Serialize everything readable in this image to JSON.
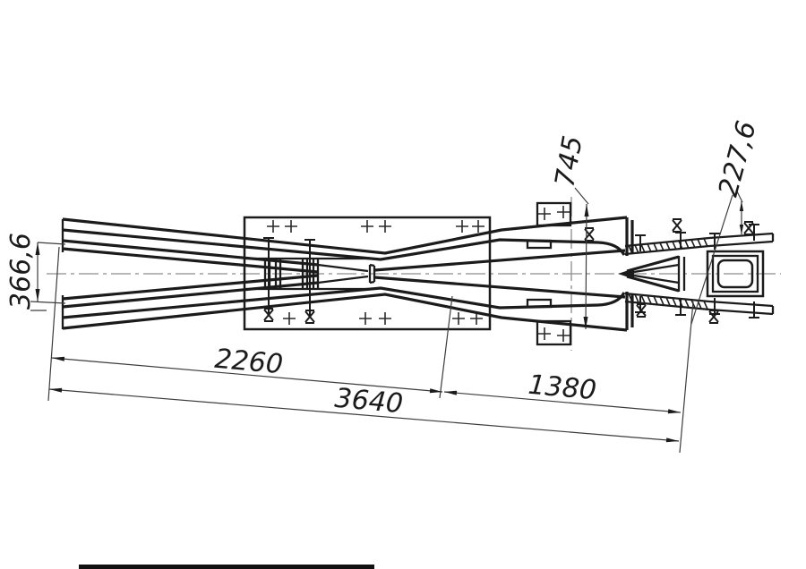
{
  "colors": {
    "line": "#1b1b1b",
    "thin_line": "#3c3c3c",
    "centerline": "#8d8d8d",
    "background": "#ffffff"
  },
  "dimensions": {
    "left_gauge": "366,6",
    "front_span": "2260",
    "total_span": "3640",
    "rear_span": "1380",
    "wing_spread": "745",
    "heel_spread": "227,6"
  }
}
